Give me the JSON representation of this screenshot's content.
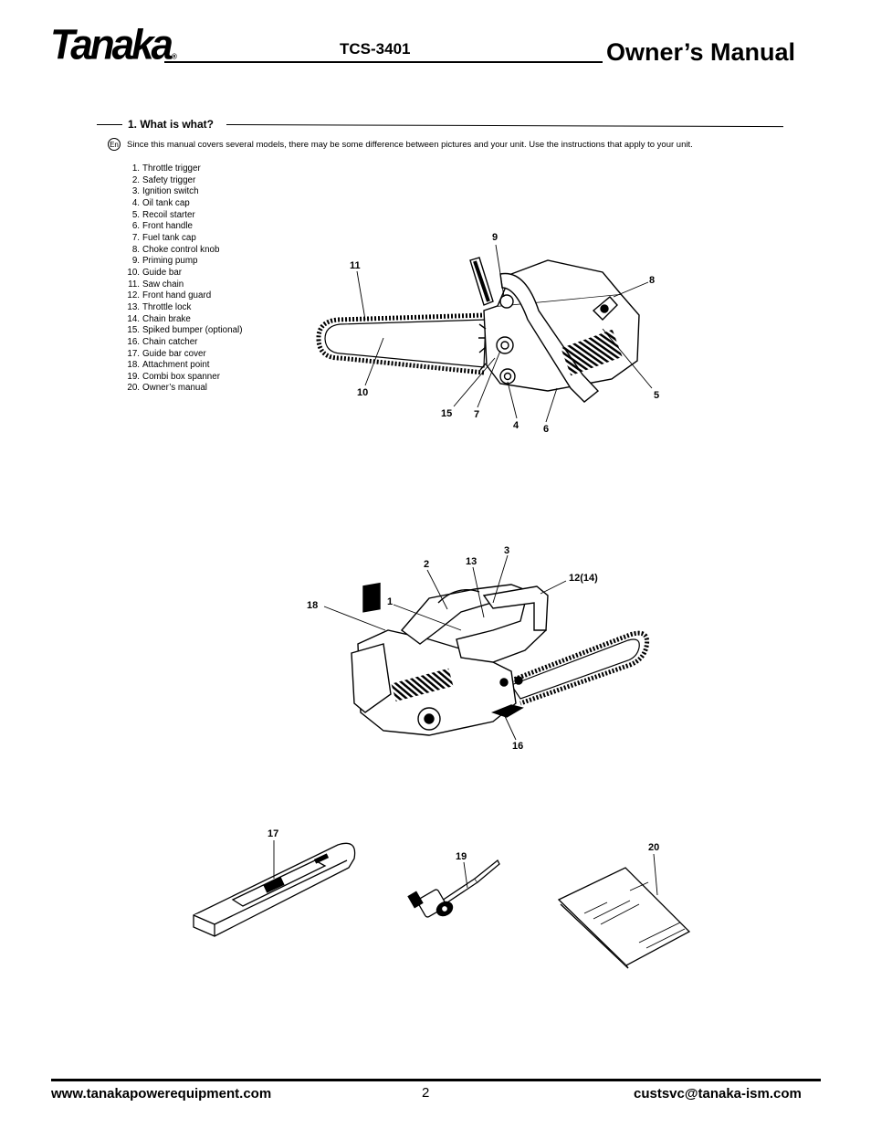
{
  "header": {
    "brand": "Tanaka",
    "brand_mark": "®",
    "model": "TCS-3401",
    "title": "Owner’s Manual"
  },
  "section": {
    "heading": "1. What is what?",
    "language_badge": "En",
    "intro": "Since this manual covers several models, there may be some difference between pictures and your unit.  Use the instructions that apply to your unit."
  },
  "parts": [
    {
      "num": "1.",
      "name": "Throttle trigger"
    },
    {
      "num": "2.",
      "name": "Safety trigger"
    },
    {
      "num": "3.",
      "name": "Ignition switch"
    },
    {
      "num": "4.",
      "name": "Oil tank cap"
    },
    {
      "num": "5.",
      "name": "Recoil starter"
    },
    {
      "num": "6.",
      "name": "Front handle"
    },
    {
      "num": "7.",
      "name": "Fuel tank cap"
    },
    {
      "num": "8.",
      "name": "Choke control knob"
    },
    {
      "num": "9.",
      "name": "Priming pump"
    },
    {
      "num": "10.",
      "name": "Guide bar"
    },
    {
      "num": "11.",
      "name": "Saw chain"
    },
    {
      "num": "12.",
      "name": "Front hand guard"
    },
    {
      "num": "13.",
      "name": "Throttle lock"
    },
    {
      "num": "14.",
      "name": "Chain brake"
    },
    {
      "num": "15.",
      "name": "Spiked bumper (optional)"
    },
    {
      "num": "16.",
      "name": "Chain catcher"
    },
    {
      "num": "17.",
      "name": "Guide bar cover"
    },
    {
      "num": "18.",
      "name": "Attachment point"
    },
    {
      "num": "19.",
      "name": "Combi box spanner"
    },
    {
      "num": "20.",
      "name": "Owner’s manual"
    }
  ],
  "figure1_callouts": [
    "9",
    "11",
    "8",
    "10",
    "15",
    "7",
    "4",
    "6",
    "5"
  ],
  "figure2_callouts": [
    "3",
    "2",
    "13",
    "12(14)",
    "18",
    "1",
    "16"
  ],
  "figure3_callouts": [
    "17",
    "19",
    "20"
  ],
  "footer": {
    "website": "www.tanakapowerequipment.com",
    "page": "2",
    "email": "custsvc@tanaka-ism.com"
  }
}
